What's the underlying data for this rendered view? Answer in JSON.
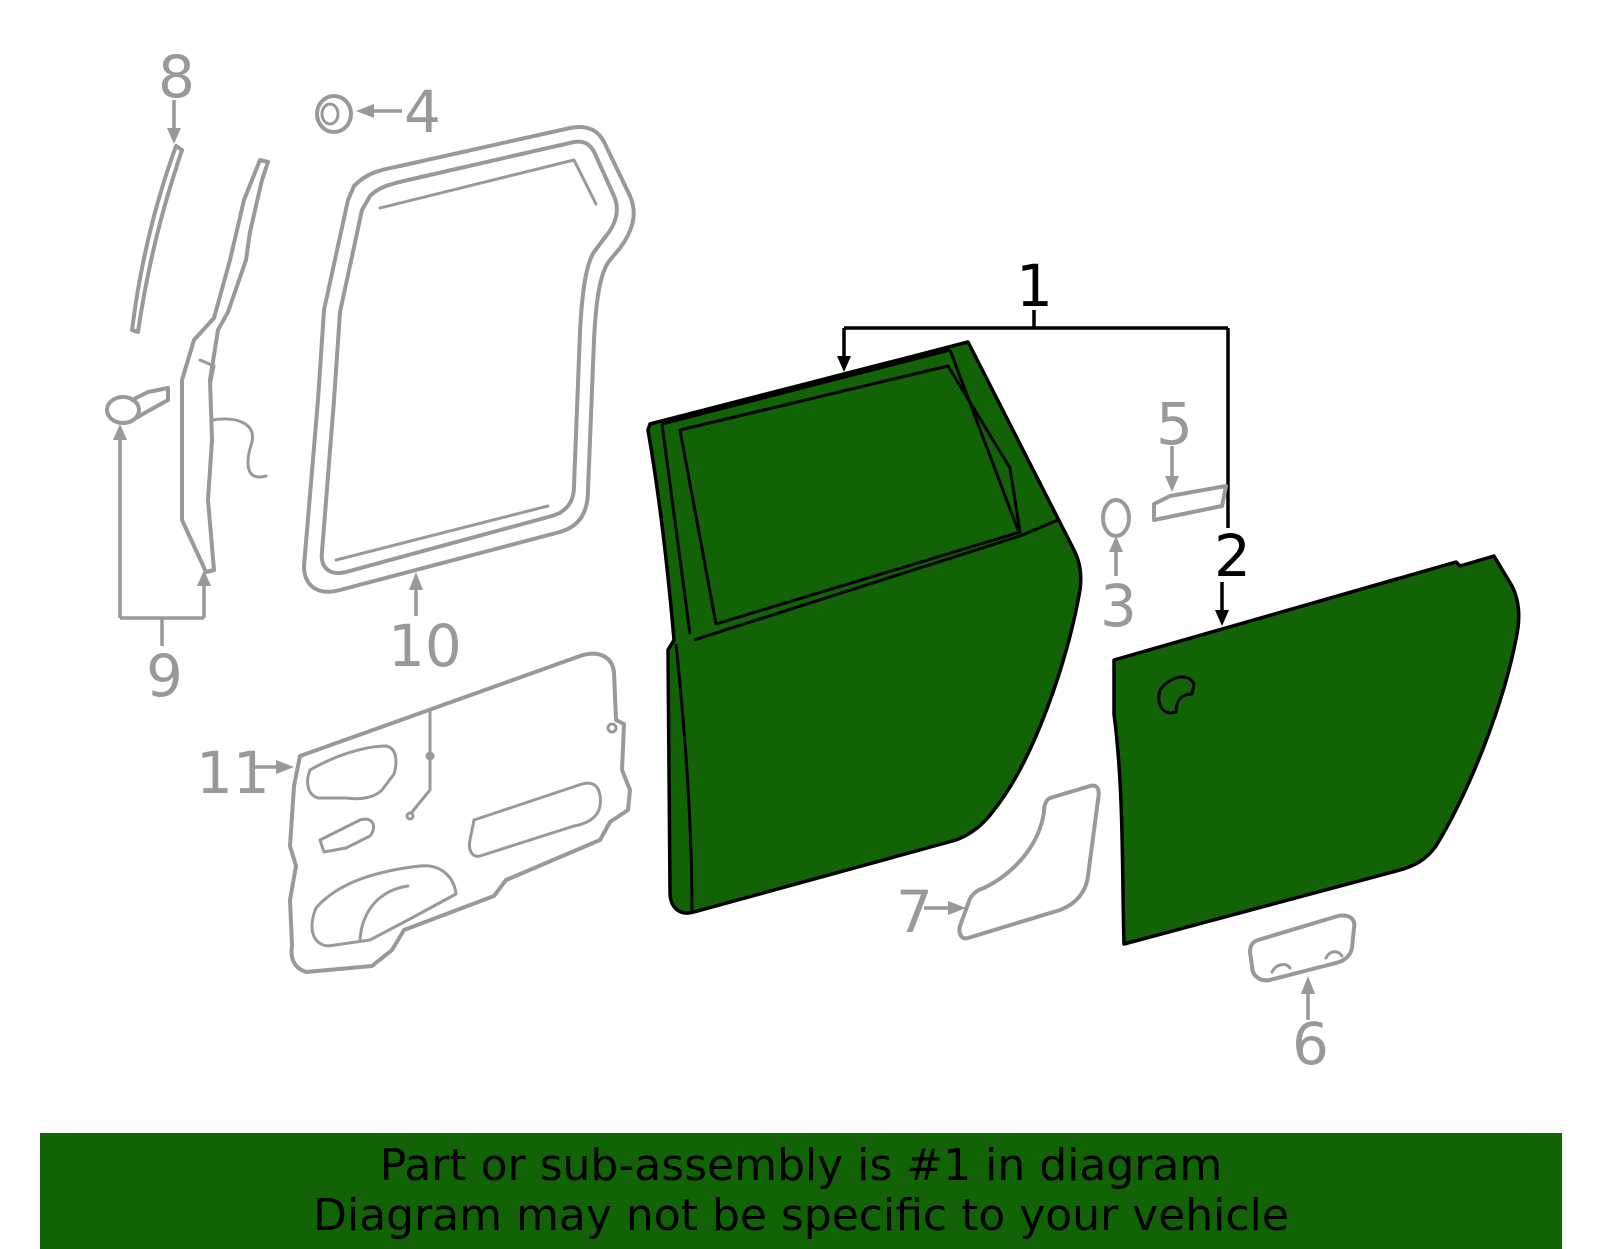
{
  "callouts": {
    "c1": "1",
    "c2": "2",
    "c3": "3",
    "c4": "4",
    "c5": "5",
    "c6": "6",
    "c7": "7",
    "c8": "8",
    "c9": "9",
    "c10": "10",
    "c11": "11"
  },
  "banner": {
    "line1": "Part or sub-assembly is #1 in diagram",
    "line2": "Diagram may not be specific to your vehicle"
  },
  "colors": {
    "highlight": "#116306",
    "outline_gray": "#999999",
    "outline_black": "#000000"
  }
}
